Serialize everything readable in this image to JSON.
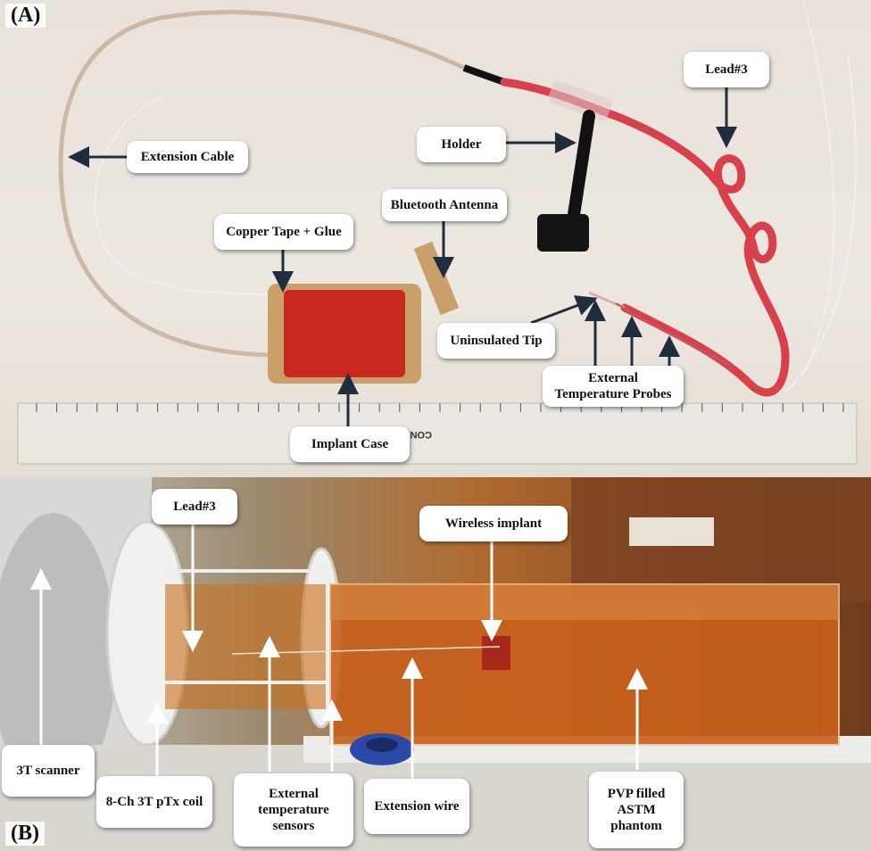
{
  "panel_a": {
    "tag": "(A)",
    "labels": {
      "extension_cable": "Extension Cable",
      "lead3": "Lead#3",
      "holder": "Holder",
      "bluetooth_antenna": "Bluetooth Antenna",
      "copper_tape": "Copper Tape + Glue",
      "uninsulated_tip": "Uninsulated Tip",
      "external_probes": "External Temperature Probes",
      "implant_case": "Implant Case"
    },
    "ruler_brand": "CONCEP",
    "colors": {
      "case": "#c8281f",
      "lead": "#d8404c",
      "copper": "#c9a06a",
      "cable": "#cbb9a4"
    }
  },
  "panel_b": {
    "tag": "(B)",
    "labels": {
      "lead3": "Lead#3",
      "wireless_implant": "Wireless implant",
      "scanner": "3T scanner",
      "coil": "8-Ch 3T pTx coil",
      "ext_sensors": "External temperature sensors",
      "extension_wire": "Extension wire",
      "phantom": "PVP filled ASTM phantom"
    },
    "colors": {
      "phantom_fluid": "#c8601c",
      "blue_ring": "#2a4aa8"
    }
  }
}
